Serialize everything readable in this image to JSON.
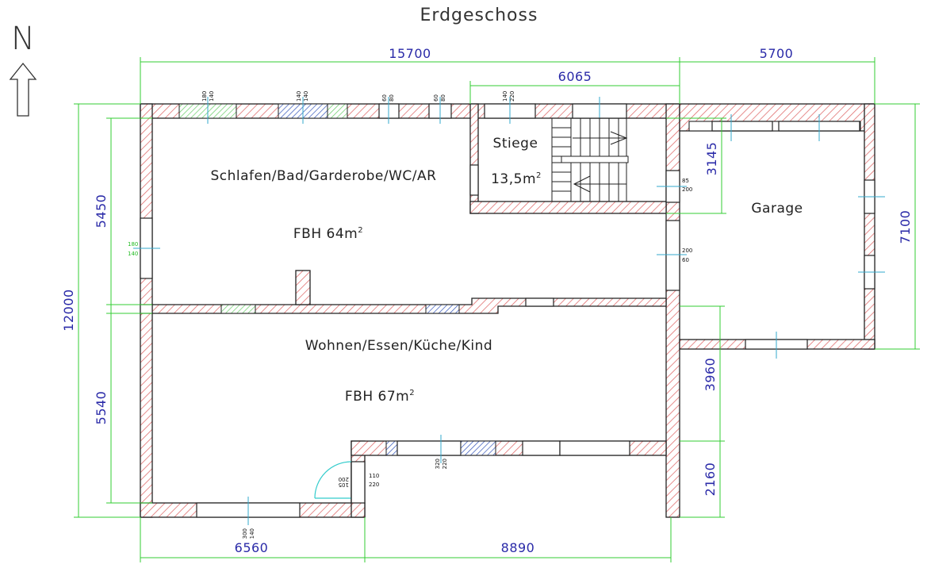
{
  "title": "Erdgeschoss",
  "north_label": "N",
  "rooms": {
    "schlafen": "Schlafen/Bad/Garderobe/WC/AR",
    "schlafen_area": "FBH 64m",
    "stiege": "Stiege",
    "stiege_area": "13,5m",
    "wohnen": "Wohnen/Essen/Küche/Kind",
    "wohnen_area": "FBH 67m",
    "garage": "Garage",
    "sup": "2"
  },
  "dimensions": {
    "top_total": "15700",
    "top_garage": "5700",
    "top_stair": "6065",
    "left_total": "12000",
    "left_upper": "5450",
    "left_lower": "5540",
    "right_stair": "3145",
    "right_garage": "7100",
    "right_mid": "3960",
    "right_bottom": "2160",
    "bottom_left": "6560",
    "bottom_right": "8890"
  },
  "openings": {
    "w1_a": "180",
    "w1_b": "140",
    "w2_a": "140",
    "w2_b": "140",
    "w3_a": "60",
    "w3_b": "80",
    "w4_a": "60",
    "w4_b": "80",
    "w5_a": "140",
    "w5_b": "220",
    "d_stair_a": "85",
    "d_stair_b": "200",
    "d_mid_a": "200",
    "d_mid_b": "60",
    "w_left_a": "180",
    "w_left_b": "140",
    "w_bottom_a": "300",
    "w_bottom_b": "140",
    "d_entry_a": "110",
    "d_entry_b": "220",
    "d_entry_c": "200",
    "d_entry_d": "105",
    "w_terrace_a": "320",
    "w_terrace_b": "220"
  },
  "colors": {
    "wall_hatch": "#e07070",
    "dimension_lines": "#33cc33",
    "dimension_text": "#2a2aa8",
    "window_green": "#66cc66",
    "window_blue": "#3355bb",
    "door_swing": "#33cccc"
  }
}
